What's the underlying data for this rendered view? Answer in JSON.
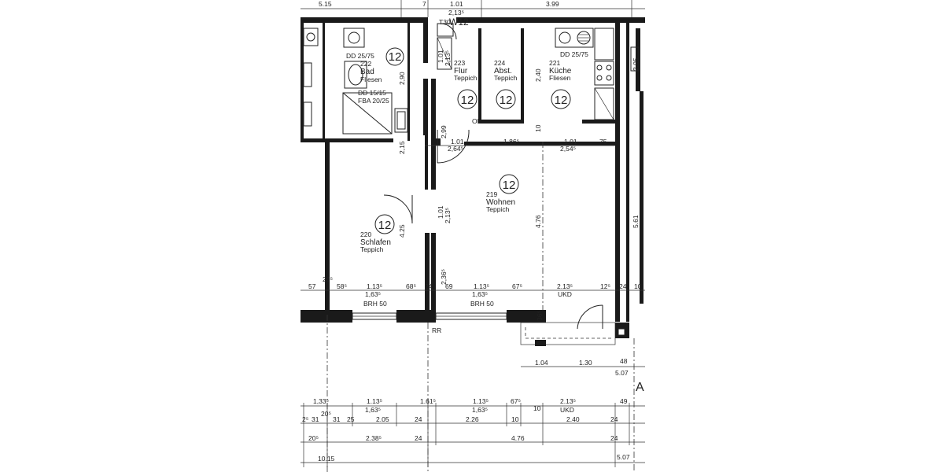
{
  "rooms": [
    {
      "num": "222",
      "name": "Bad",
      "floor": "Fliesen",
      "circle": "12"
    },
    {
      "num": "223",
      "name": "Flur",
      "floor": "Teppich",
      "circle": "12"
    },
    {
      "num": "224",
      "name": "Abst.",
      "floor": "Teppich",
      "circle": "12"
    },
    {
      "num": "221",
      "name": "Küche",
      "floor": "Fliesen",
      "circle": "12"
    },
    {
      "num": "219",
      "name": "Wohnen",
      "floor": "Teppich",
      "circle": "12"
    },
    {
      "num": "220",
      "name": "Schlafen",
      "floor": "Teppich",
      "circle": "12"
    }
  ],
  "labels": {
    "w12": "W12",
    "t30": "T30",
    "dd_bad": "DD 25/75",
    "dd_kueche": "DD 25/75",
    "dd_1515": "DD 15/15",
    "fba": "FBA 20/25",
    "ol": "OL",
    "brh_left": "BRH 50",
    "brh_right": "BRH 50",
    "ukd": "UKD",
    "ukd_bottom": "UKD",
    "rr": "RR",
    "a_letter": "A"
  },
  "dims": {
    "top": {
      "d515": "5.15",
      "d101": "1.01",
      "d2135": "2,13⁵",
      "d399": "3.99",
      "d7": "7"
    },
    "vertical": {
      "v101a": "1.01",
      "v2135a": "2,13⁵",
      "v290": "2,90",
      "v240": "2,40",
      "v10": "10",
      "v299": "2,99",
      "v215": "2,15",
      "v101b": "1.01",
      "v2135b": "2,13⁵",
      "v476": "4.76",
      "v425": "4.25",
      "v561": "5.61",
      "v2365": "2,36⁵",
      "v205": "2.05",
      "v365": "36⁵"
    },
    "row1": {
      "d1015": "1.01",
      "d2645": "2,64⁵",
      "d1865": "1.86⁵",
      "d1015b": "1.01",
      "d2545": "2,54⁵",
      "d75": "75"
    },
    "row2": {
      "d57": "57",
      "d585": "58⁵",
      "d1135": "1.13⁵",
      "d1635": "1,63⁵",
      "d685": "68⁵",
      "d24": "24",
      "d69": "69",
      "d1135b": "1.13⁵",
      "d1635b": "1,63⁵",
      "d675": "67⁵",
      "d2135": "2.13⁵",
      "d125": "12⁵",
      "d24b": "24",
      "d10": "10",
      "d20": "20⁵"
    },
    "balcony": {
      "d104": "1.04",
      "d130": "1.30",
      "d48": "48",
      "d507": "5.07"
    },
    "b1": {
      "d1335": "1,33⁵",
      "d1135": "1.13⁵",
      "d1615": "1.61⁵",
      "d1135b": "1.13⁵",
      "d675": "67⁵",
      "d2135": "2.13⁵",
      "d49": "49"
    },
    "b2": {
      "d205": "20⁵",
      "d1635": "1,63⁵",
      "d1635b": "1,63⁵",
      "d10": "10"
    },
    "b3": {
      "d25": "2⁵",
      "d31a": "31",
      "d31b": "31",
      "d25b": "25",
      "d205": "2.05",
      "d24a": "24",
      "d226": "2.26",
      "d10": "10",
      "d240": "2.40",
      "d24b": "24"
    },
    "b4": {
      "d205": "20⁵",
      "d2385": "2.38⁵",
      "d24a": "24",
      "d476": "4.76",
      "d24b": "24"
    },
    "b5": {
      "d1015": "10.15",
      "d507": "5.07"
    }
  },
  "colors": {
    "ink": "#1a1a1a",
    "paper": "#ffffff"
  }
}
